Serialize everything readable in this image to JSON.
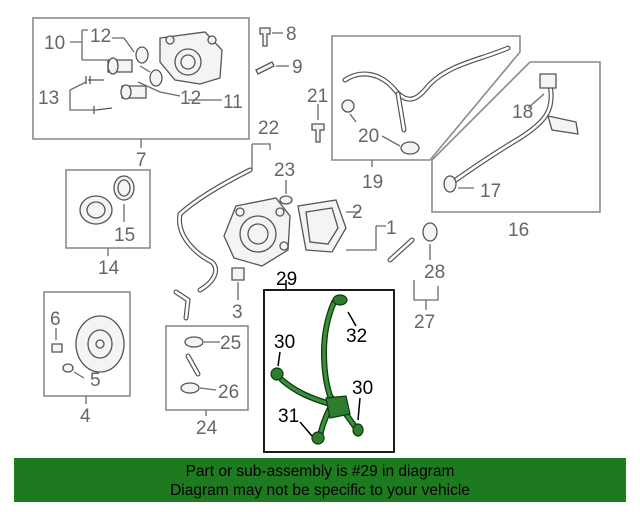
{
  "labels": {
    "n1": "1",
    "n2": "2",
    "n3": "3",
    "n4": "4",
    "n5": "5",
    "n6": "6",
    "n7": "7",
    "n8": "8",
    "n9": "9",
    "n10": "10",
    "n11": "11",
    "n12a": "12",
    "n12b": "12",
    "n13": "13",
    "n14": "14",
    "n15": "15",
    "n16": "16",
    "n17": "17",
    "n18": "18",
    "n19": "19",
    "n20": "20",
    "n21": "21",
    "n22": "22",
    "n23": "23",
    "n24": "24",
    "n25": "25",
    "n26": "26",
    "n27": "27",
    "n28": "28",
    "n29": "29",
    "n30a": "30",
    "n30b": "30",
    "n31": "31",
    "n32": "32"
  },
  "banner": {
    "line1": "Part or sub-assembly is #29 in diagram",
    "line2": "Diagram may not be specific to your vehicle"
  },
  "colors": {
    "banner_bg": "#1e7a1e",
    "highlight_part": "#2e7d2e"
  }
}
